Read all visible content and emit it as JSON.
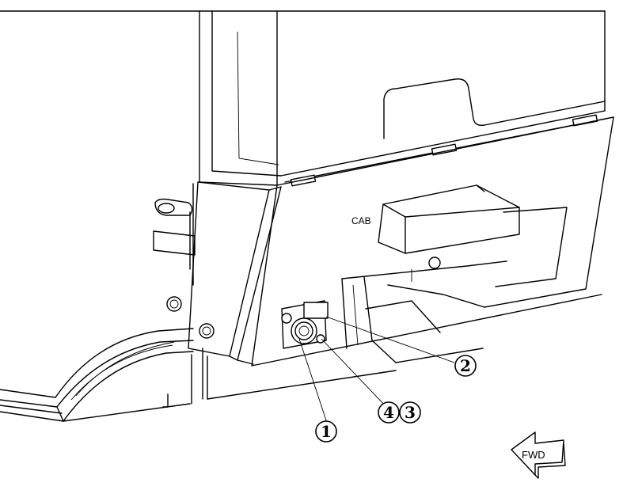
{
  "labels": {
    "cab": "CAB",
    "fwd": "FWD"
  },
  "callouts": {
    "c1": "1",
    "c2": "2",
    "c3": "3",
    "c4": "4"
  }
}
